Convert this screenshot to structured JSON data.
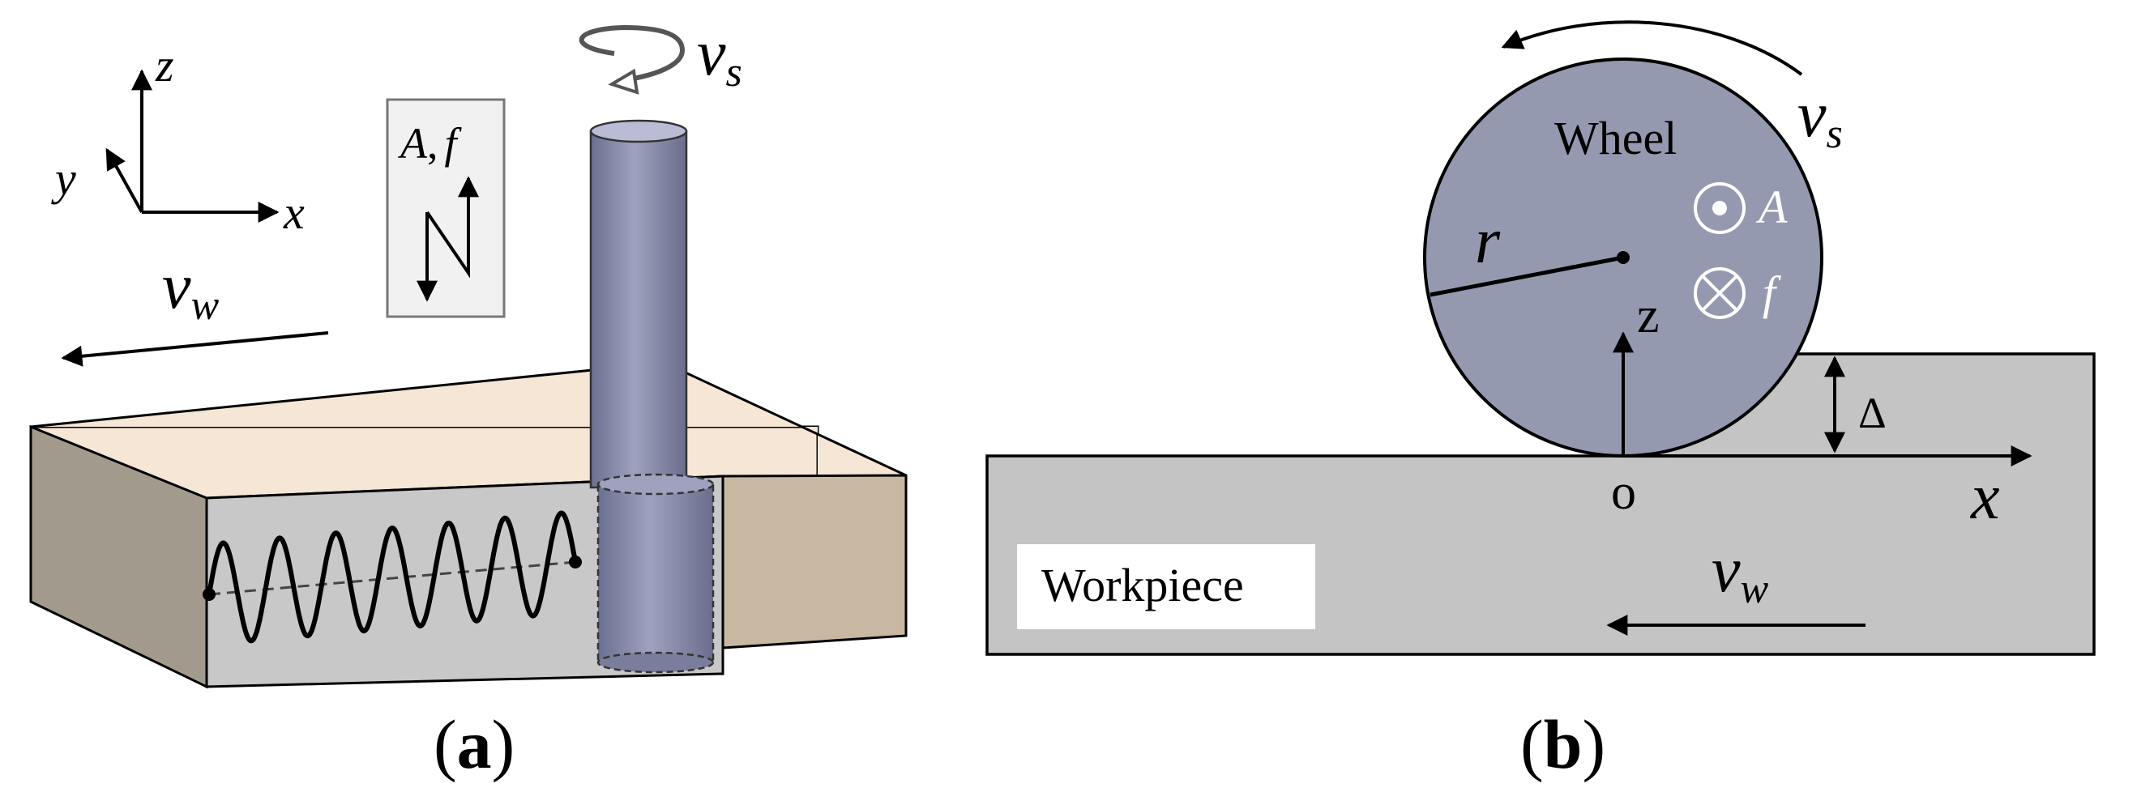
{
  "panel_a": {
    "axes": {
      "z": "z",
      "y": "y",
      "x": "x"
    },
    "modulation": {
      "A": "A",
      "comma": ",",
      "f": "f"
    },
    "spindle_speed": {
      "base": "v",
      "sub": "s"
    },
    "workpiece_speed": {
      "base": "v",
      "sub": "w"
    },
    "caption_open": "(",
    "caption_letter": "a",
    "caption_close": ")"
  },
  "panel_b": {
    "wheel_label": "Wheel",
    "radius_label": "r",
    "z_label": "z",
    "A_label": "A",
    "f_label": "f",
    "origin_label": "o",
    "x_label": "x",
    "delta_label": "Δ",
    "workpiece_label": "Workpiece",
    "spindle_speed": {
      "base": "v",
      "sub": "s"
    },
    "workpiece_speed": {
      "base": "v",
      "sub": "w"
    },
    "caption_open": "(",
    "caption_letter": "b",
    "caption_close": ")"
  },
  "colors": {
    "wheel": "#9599b0",
    "workpiece_gray": "#c4c4c4",
    "block_top": "#f6e6d6",
    "block_side": "#a39a8e",
    "block_right": "#c8b8a2",
    "tool": "#868aa8"
  }
}
